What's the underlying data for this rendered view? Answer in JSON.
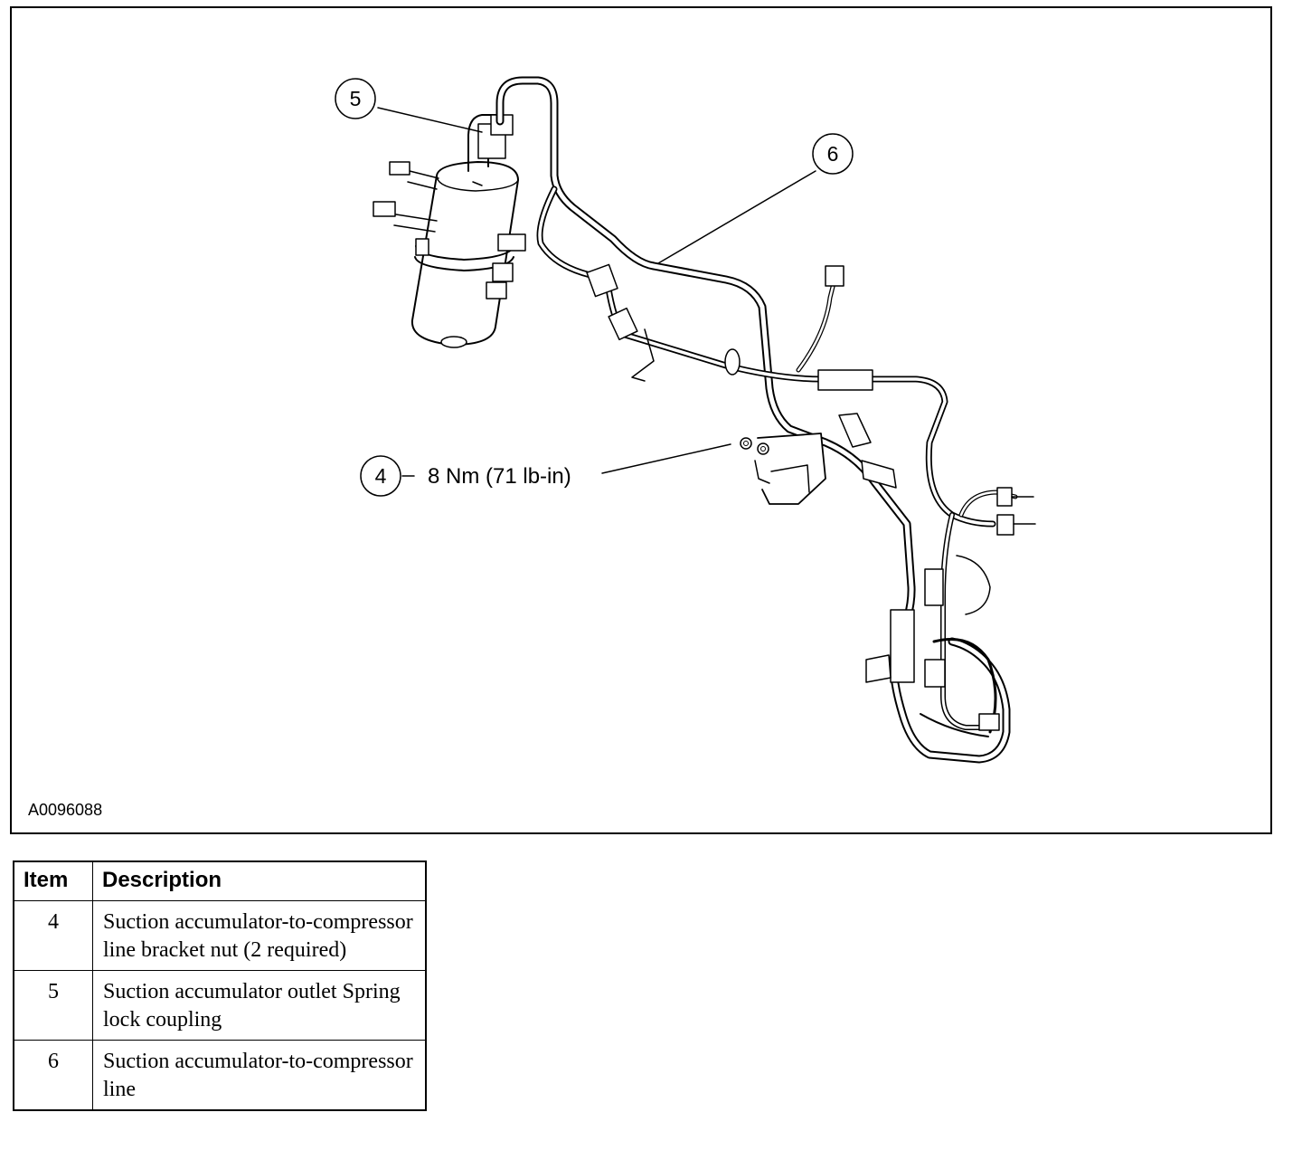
{
  "figure": {
    "id": "A0096088",
    "callouts": {
      "c4": {
        "number": "4",
        "label": "8 Nm (71 lb-in)"
      },
      "c5": {
        "number": "5"
      },
      "c6": {
        "number": "6"
      }
    }
  },
  "legend": {
    "headers": {
      "item": "Item",
      "description": "Description"
    },
    "rows": [
      {
        "item": "4",
        "description": "Suction accumulator-to-compressor line bracket nut (2 required)"
      },
      {
        "item": "5",
        "description": "Suction accumulator outlet Spring lock coupling"
      },
      {
        "item": "6",
        "description": "Suction accumulator-to-compressor line"
      }
    ]
  }
}
